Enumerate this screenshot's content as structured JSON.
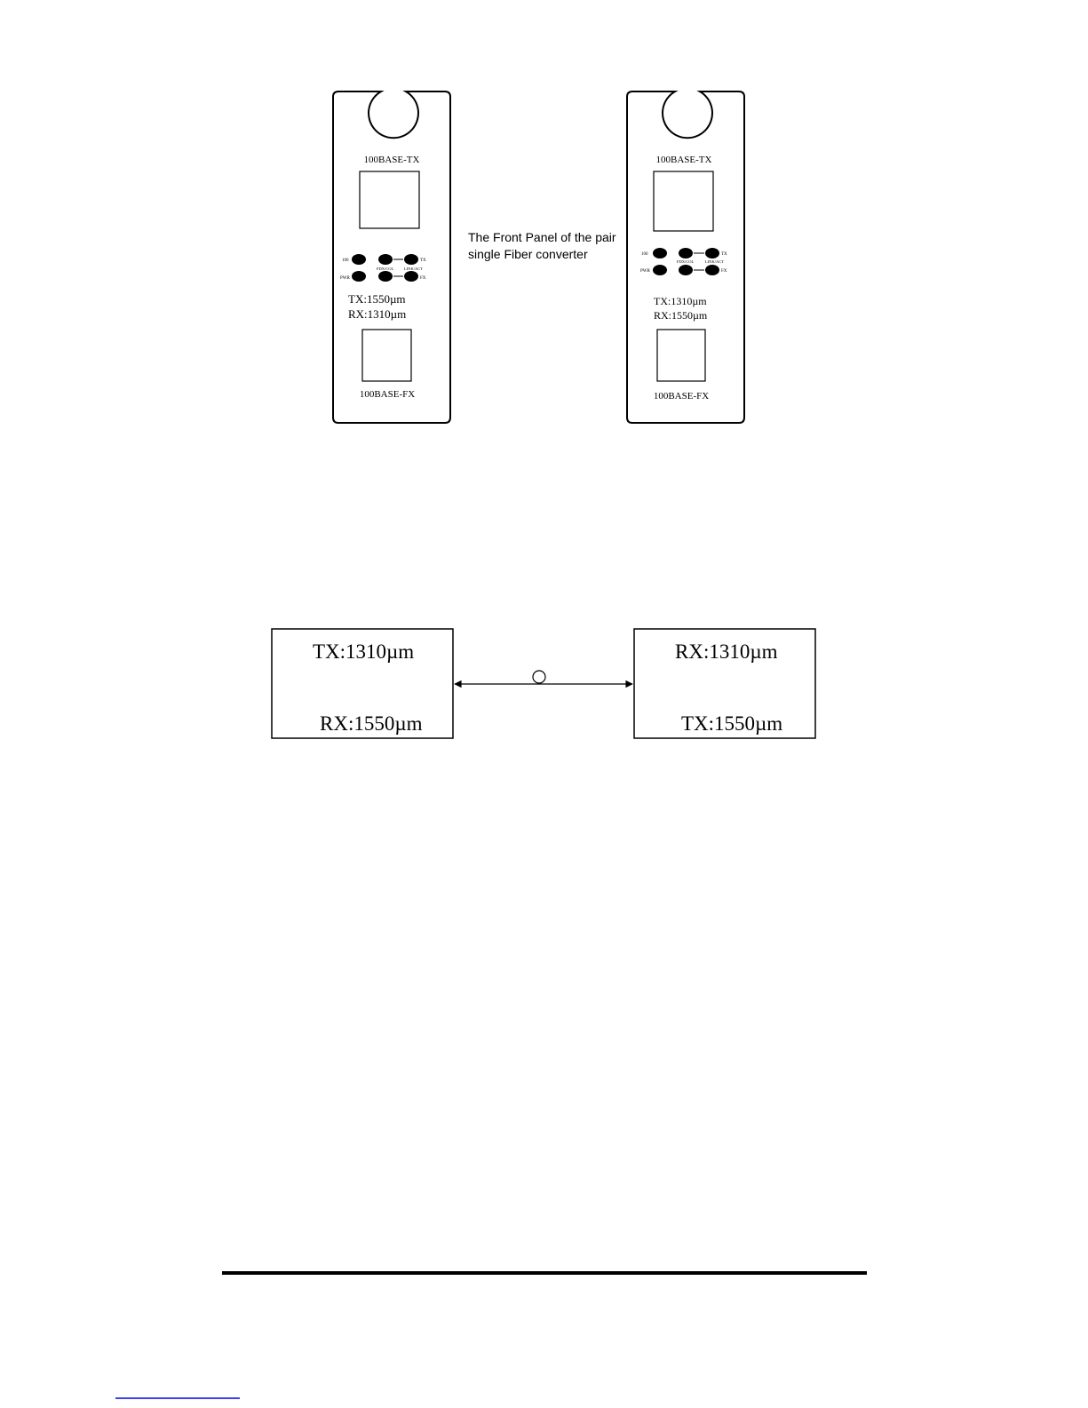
{
  "panels": [
    {
      "top_port_label": "100BASE-TX",
      "leds": {
        "led_100": "100",
        "led_pwr": "PWR",
        "led_fdx": "FDX/COL",
        "led_link": "LINK/ACT",
        "led_tx": "TX",
        "led_fx": "FX"
      },
      "wavelength_tx": "TX:1550µm",
      "wavelength_rx": "RX:1310µm",
      "bottom_port_label": "100BASE-FX"
    },
    {
      "top_port_label": "100BASE-TX",
      "leds": {
        "led_100": "100",
        "led_pwr": "PWR",
        "led_fdx": "FDX/COL",
        "led_link": "LINK/ACT",
        "led_tx": "TX",
        "led_fx": "FX"
      },
      "wavelength_tx": "TX:1310µm",
      "wavelength_rx": "RX:1550µm",
      "bottom_port_label": "100BASE-FX"
    }
  ],
  "caption": {
    "line1": "The Front Panel of the pair",
    "line2": "single Fiber converter"
  },
  "link_diagram": {
    "left_box": {
      "top": "TX:1310µm",
      "bottom": "RX:1550µm"
    },
    "right_box": {
      "top": "RX:1310µm",
      "bottom": "TX:1550µm"
    }
  },
  "colors": {
    "ink": "#000000",
    "footer_link": "#0000ee"
  }
}
